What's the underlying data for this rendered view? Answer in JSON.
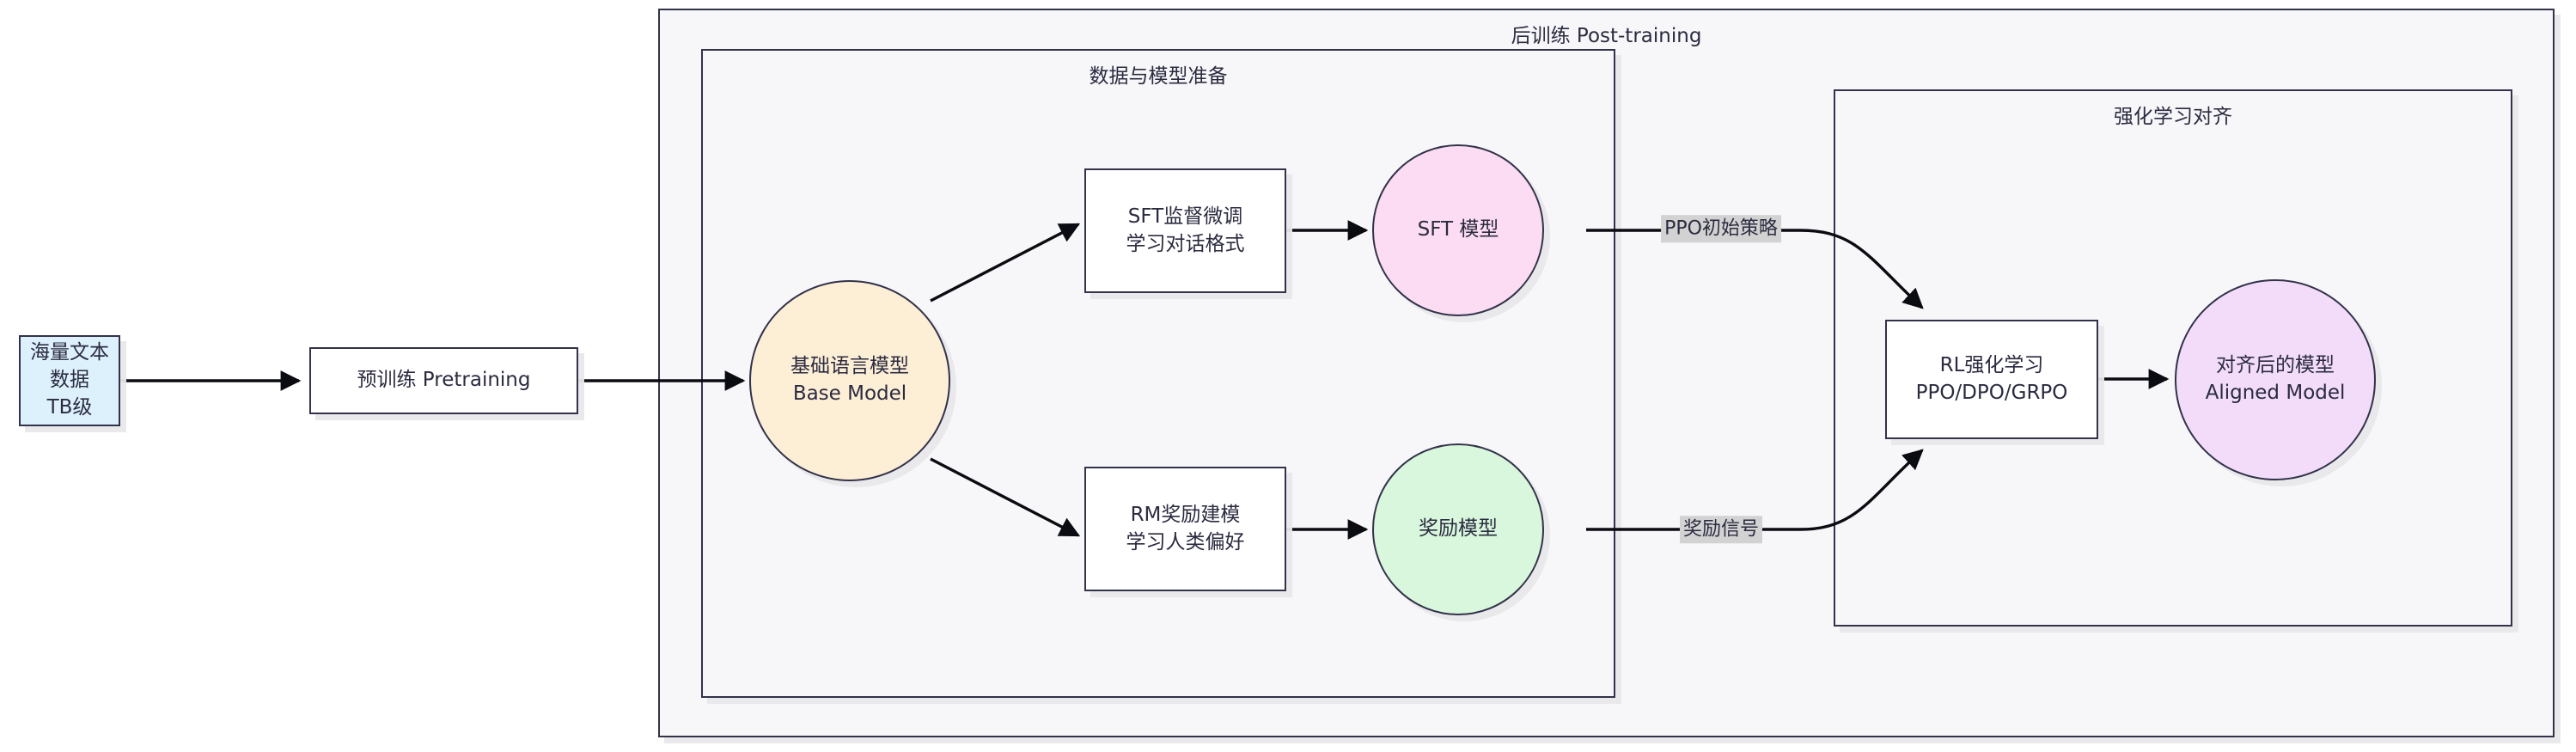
{
  "diagram": {
    "title": "LLM Training Pipeline Flowchart",
    "colors": {
      "stroke": "#32324a",
      "text": "#2b2b40",
      "container_fill": "#f7f7fa",
      "shadow": "#e8e8ea",
      "edge_label_bg": "#d2d2d2",
      "data_fill": "#ddf1fd",
      "base_fill": "#fdeed6",
      "sft_fill": "#fcdcf2",
      "reward_fill": "#d9f7dc",
      "aligned_fill": "#f2dcfa",
      "plain_fill": "#ffffff"
    }
  },
  "containers": [
    {
      "id": "post-training",
      "label": "后训练 Post-training"
    },
    {
      "id": "data-model-prep",
      "label": "数据与模型准备"
    },
    {
      "id": "rl-alignment",
      "label": "强化学习对齐"
    }
  ],
  "nodes": [
    {
      "id": "corpus",
      "line1": "海量文本数据",
      "line2": "TB级",
      "shape": "rect",
      "fill": "#ddf1fd"
    },
    {
      "id": "pretraining",
      "line1": "预训练 Pretraining",
      "line2": "",
      "shape": "rect",
      "fill": "#ffffff"
    },
    {
      "id": "base-model",
      "line1": "基础语言模型",
      "line2": "Base Model",
      "shape": "circle",
      "fill": "#fdeed6"
    },
    {
      "id": "sft-stage",
      "line1": "SFT监督微调",
      "line2": "学习对话格式",
      "shape": "rect",
      "fill": "#ffffff"
    },
    {
      "id": "sft-model",
      "line1": "SFT 模型",
      "line2": "",
      "shape": "circle",
      "fill": "#fcdcf2"
    },
    {
      "id": "rm-stage",
      "line1": "RM奖励建模",
      "line2": "学习人类偏好",
      "shape": "rect",
      "fill": "#ffffff"
    },
    {
      "id": "reward-model",
      "line1": "奖励模型",
      "line2": "",
      "shape": "circle",
      "fill": "#d9f7dc"
    },
    {
      "id": "rl-stage",
      "line1": "RL强化学习",
      "line2": "PPO/DPO/GRPO",
      "shape": "rect",
      "fill": "#ffffff"
    },
    {
      "id": "aligned-model",
      "line1": "对齐后的模型",
      "line2": "Aligned Model",
      "shape": "circle",
      "fill": "#f2dcfa"
    }
  ],
  "edges": [
    {
      "from": "corpus",
      "to": "pretraining",
      "label": ""
    },
    {
      "from": "pretraining",
      "to": "base-model",
      "label": ""
    },
    {
      "from": "base-model",
      "to": "sft-stage",
      "label": ""
    },
    {
      "from": "base-model",
      "to": "rm-stage",
      "label": ""
    },
    {
      "from": "sft-stage",
      "to": "sft-model",
      "label": ""
    },
    {
      "from": "rm-stage",
      "to": "reward-model",
      "label": ""
    },
    {
      "from": "sft-model",
      "to": "rl-stage",
      "label": "PPO初始策略"
    },
    {
      "from": "reward-model",
      "to": "rl-stage",
      "label": "奖励信号"
    },
    {
      "from": "rl-stage",
      "to": "aligned-model",
      "label": ""
    }
  ],
  "edge_labels": {
    "ppo_initial_policy": "PPO初始策略",
    "reward_signal": "奖励信号"
  }
}
